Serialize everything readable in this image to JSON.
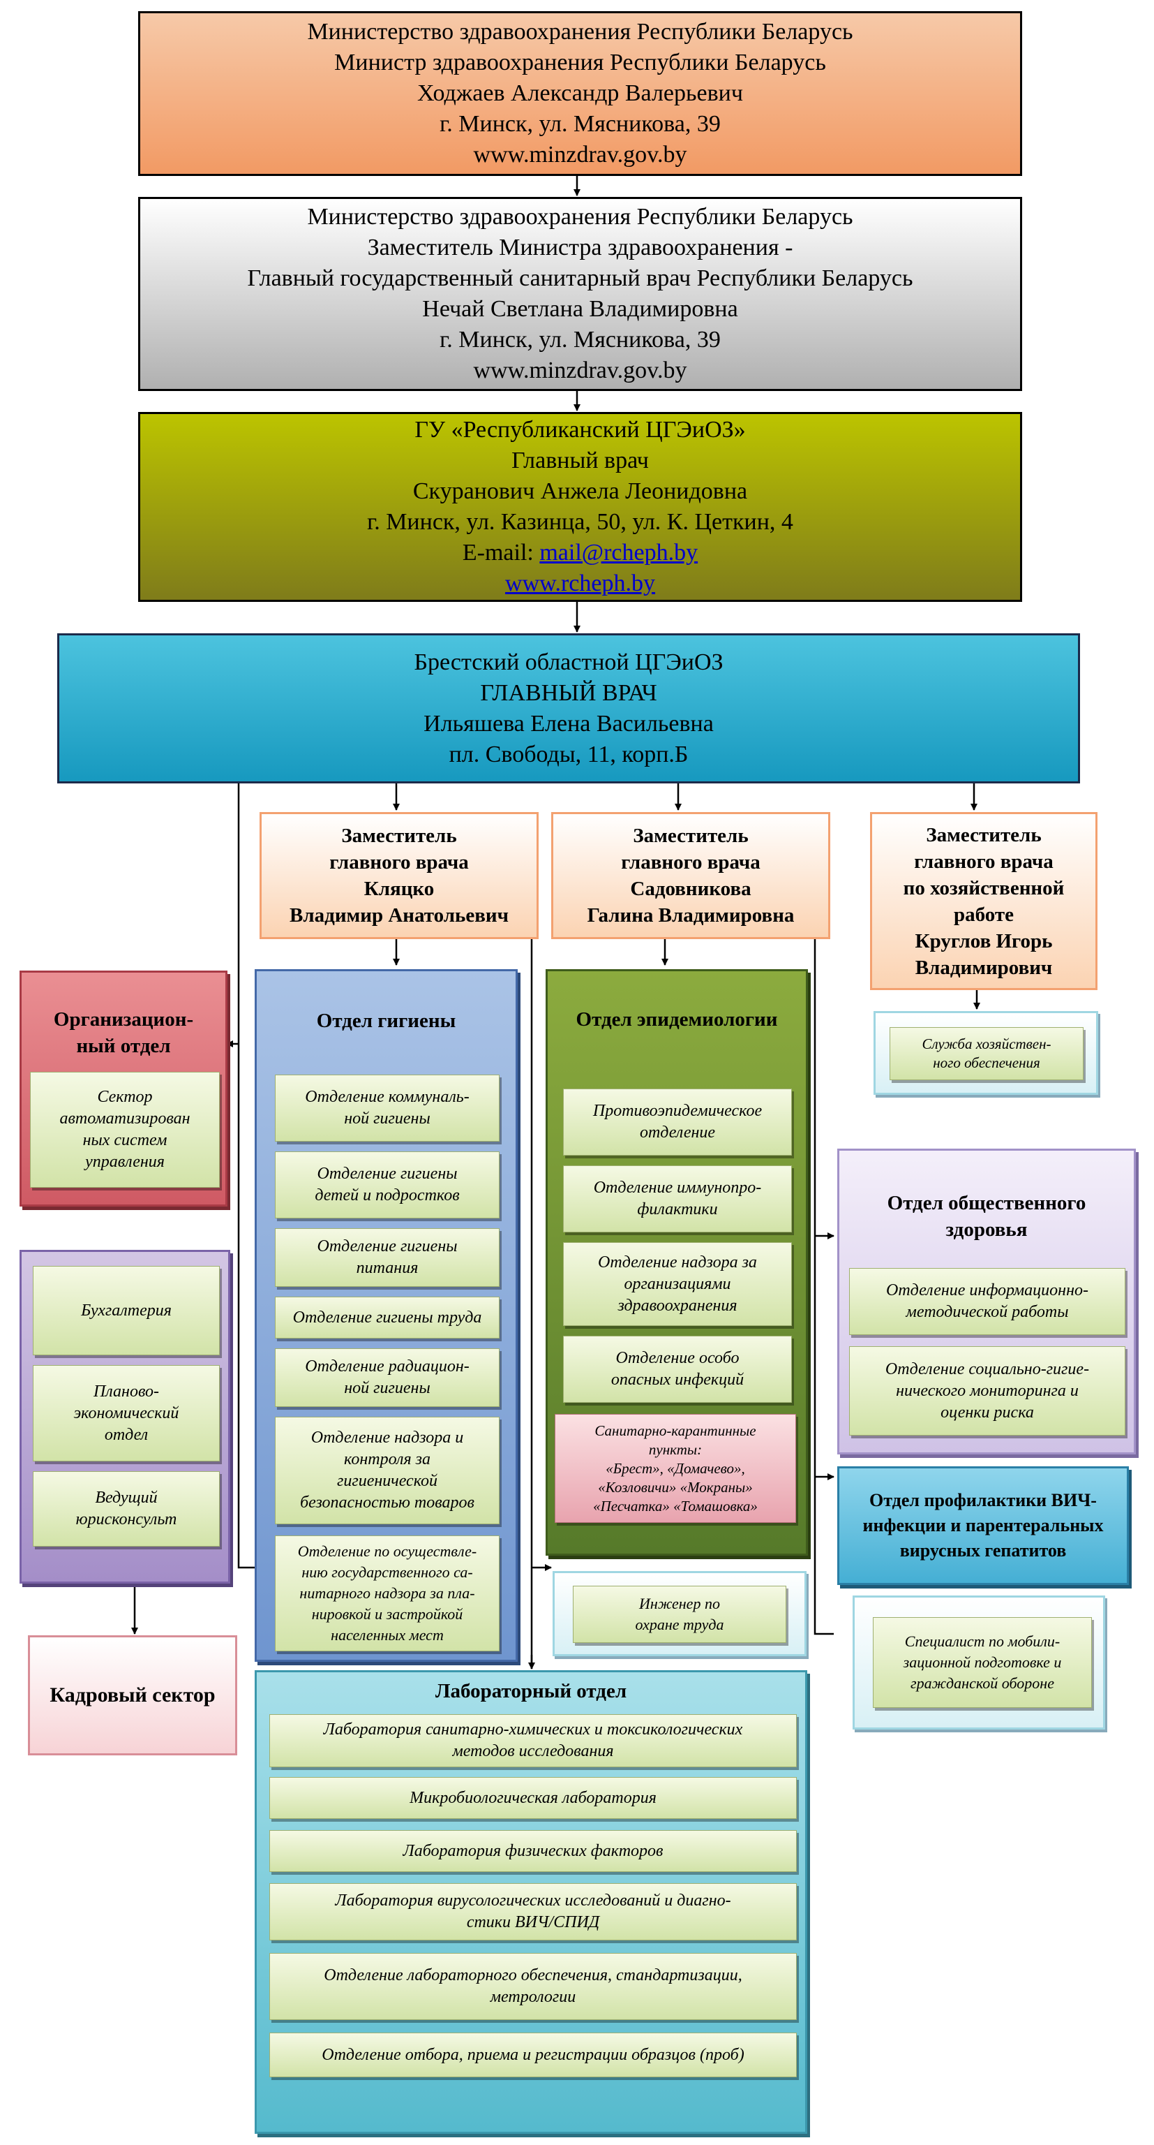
{
  "top": {
    "ministry": [
      "Министерство здравоохранения Республики Беларусь",
      "Министр здравоохранения Республики Беларусь",
      "Ходжаев Александр Валерьевич",
      "г. Минск, ул. Мясникова, 39",
      "www.minzdrav.gov.by"
    ],
    "deputy_minister": [
      "Министерство здравоохранения Республики Беларусь",
      "Заместитель Министра здравоохранения -",
      "Главный государственный санитарный врач Республики Беларусь",
      "Нечай Светлана Владимировна",
      "г. Минск, ул. Мясникова, 39",
      "www.minzdrav.gov.by"
    ],
    "republican_center": {
      "lines": [
        "ГУ «Республиканский ЦГЭиОЗ»",
        "Главный врач",
        "Скуранович Анжела Леонидовна",
        "г. Минск, ул. Казинца, 50, ул. К. Цеткин, 4"
      ],
      "email_label": "E-mail: ",
      "email": "mail@rcheph.by",
      "website": "www.rcheph.by"
    },
    "regional_center": [
      "Брестский областной ЦГЭиОЗ",
      "ГЛАВНЫЙ ВРАЧ",
      "Ильяшева Елена Васильевна",
      "пл. Свободы, 11, корп.Б"
    ]
  },
  "deputies": {
    "kliatsko": [
      "Заместитель",
      "главного врача",
      "Кляцко",
      "Владимир Анатольевич"
    ],
    "sadovnikova": [
      "Заместитель",
      "главного врача",
      "Садовникова",
      "Галина Владимировна"
    ],
    "kruglov": [
      "Заместитель",
      "главного врача",
      "по хозяйственной",
      "работе",
      "Круглов Игорь",
      "Владимирович"
    ]
  },
  "org_department": {
    "title": [
      "Организацион-",
      "ный отдел"
    ],
    "items": [
      [
        "Сектор",
        "автоматизирован",
        "ных систем",
        "управления"
      ]
    ]
  },
  "finance": {
    "items": [
      [
        "Бухгалтерия"
      ],
      [
        "Планово-",
        "экономический",
        "отдел"
      ],
      [
        "Ведущий",
        "юрисконсульт"
      ]
    ]
  },
  "hr_sector": {
    "title": "Кадровый сектор"
  },
  "hygiene": {
    "title": "Отдел гигиены",
    "items": [
      [
        "Отделение коммуналь-",
        "ной гигиены"
      ],
      [
        "Отделение гигиены",
        "детей и  подростков"
      ],
      [
        "Отделение гигиены",
        "питания"
      ],
      [
        "Отделение гигиены  труда"
      ],
      [
        "Отделение радиацион-",
        "ной гигиены"
      ],
      [
        "Отделение надзора и",
        "контроля за",
        "гигиенической",
        "безопасностью товаров"
      ],
      [
        "Отделение по осуществле-",
        "нию государственного са-",
        "нитарного надзора за пла-",
        "нировкой и застройкой",
        "населенных мест"
      ]
    ]
  },
  "epidemiology": {
    "title": "Отдел эпидемиологии",
    "items": [
      [
        "Противоэпидемическое",
        "отделение"
      ],
      [
        "Отделение иммунопро-",
        "филактики"
      ],
      [
        "Отделение надзора за",
        "организациями",
        "здравоохранения"
      ],
      [
        "Отделение особо",
        "опасных инфекций"
      ]
    ],
    "quarantine": [
      "Санитарно-карантинные",
      "пункты:",
      "«Брест», «Домачево»,",
      "«Козловичи» «Мокраны»",
      "«Песчатка» «Томашовка»"
    ]
  },
  "household_service": [
    "Служба хозяйствен-",
    "ного обеспечения"
  ],
  "public_health": {
    "title": [
      "Отдел общественного",
      "здоровья"
    ],
    "items": [
      [
        "Отделение информационно-",
        "методической работы"
      ],
      [
        "Отделение социально-гигие-",
        "нического мониторинга и",
        "оценки риска"
      ]
    ]
  },
  "hiv": {
    "title": [
      "Отдел профилактики ВИЧ-",
      "инфекции и парентеральных",
      "вирусных гепатитов"
    ]
  },
  "labor_safety": [
    "Инженер по",
    "охране труда"
  ],
  "mobilization": [
    "Специалист по мобили-",
    "зационной подготовке и",
    "гражданской обороне"
  ],
  "laboratory": {
    "title": "Лабораторный отдел",
    "items": [
      [
        "Лаборатория санитарно-химических и токсикологических",
        "методов исследования"
      ],
      [
        "Микробиологическая лаборатория"
      ],
      [
        "Лаборатория физических факторов"
      ],
      [
        "Лаборатория вирусологических исследований и диагно-",
        "стики ВИЧ/СПИД"
      ],
      [
        "Отделение лабораторного обеспечения, стандартизации,",
        "метрологии"
      ],
      [
        "Отделение отбора, приема и регистрации образцов (проб)"
      ]
    ]
  }
}
